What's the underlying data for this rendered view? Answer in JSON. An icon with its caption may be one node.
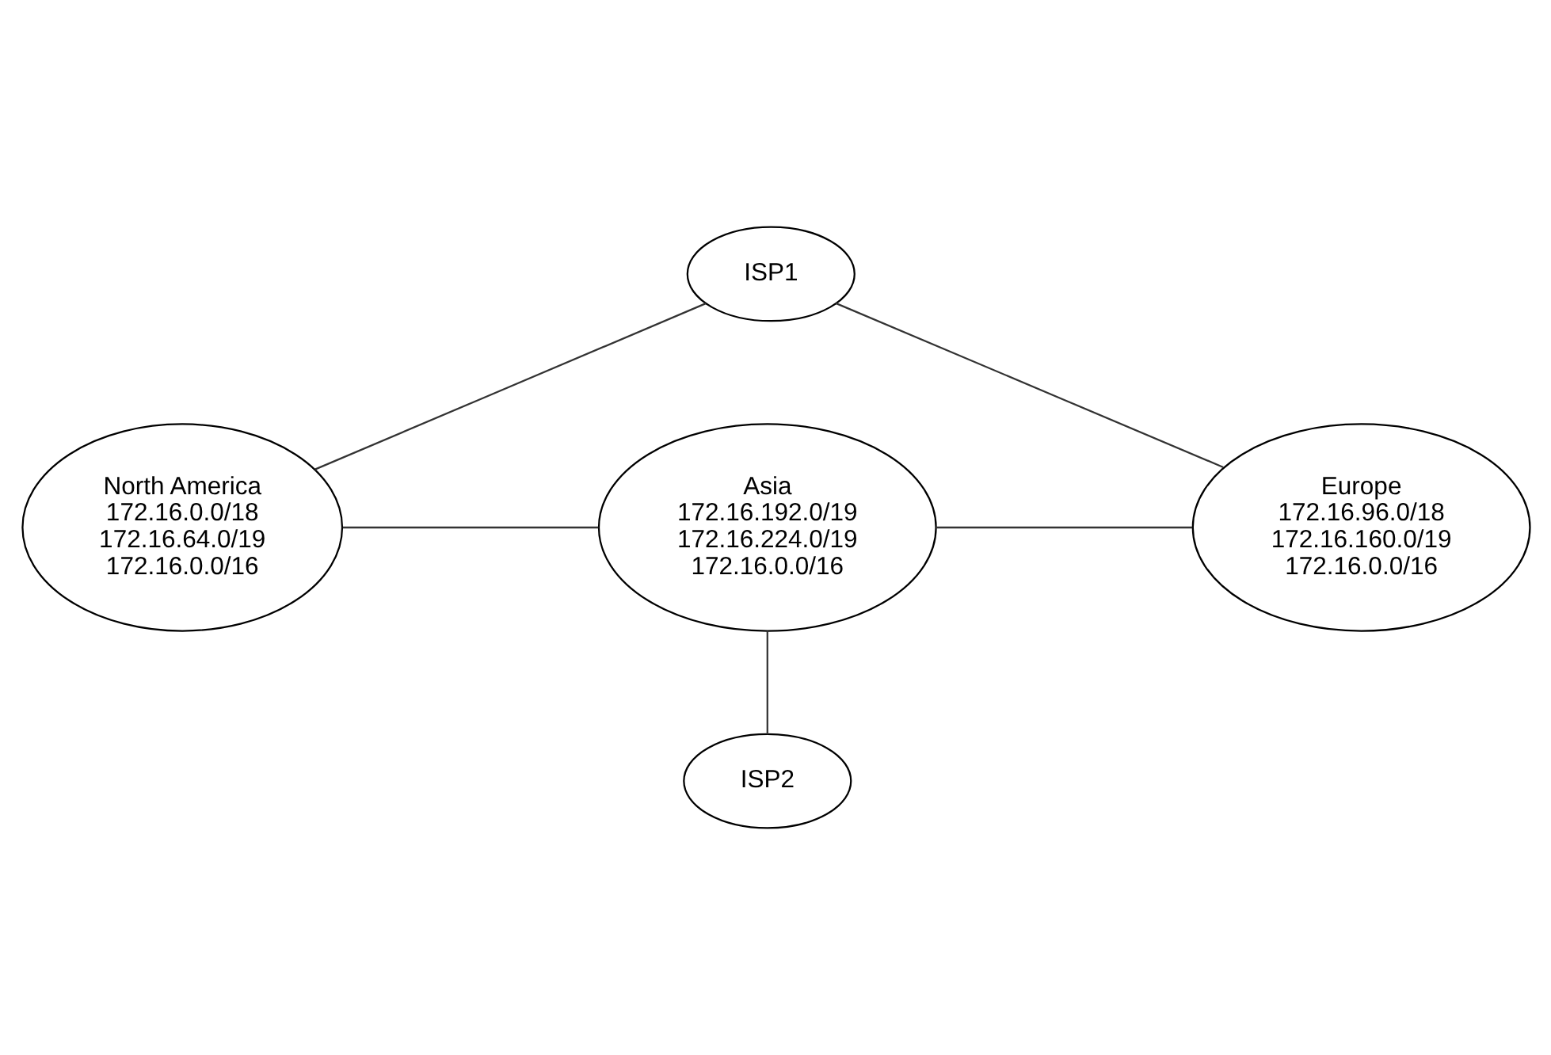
{
  "diagram": {
    "nodes": [
      {
        "text": [
          "ISP1"
        ]
      },
      {
        "text": [
          "North America",
          "172.16.0.0/18",
          "172.16.64.0/19",
          "172.16.0.0/16"
        ]
      },
      {
        "text": [
          "Asia",
          "172.16.192.0/19",
          "172.16.224.0/19",
          "172.16.0.0/16"
        ]
      },
      {
        "text": [
          "Europe",
          "172.16.96.0/18",
          "172.16.160.0/19",
          "172.16.0.0/16"
        ]
      },
      {
        "text": [
          "ISP2"
        ]
      }
    ],
    "edges": [
      {
        "from": 1,
        "to": 0,
        "arrow": "none"
      },
      {
        "from": 0,
        "to": 3,
        "arrow": "none"
      },
      {
        "from": 1,
        "to": 2,
        "arrow": "none"
      },
      {
        "from": 2,
        "to": 3,
        "arrow": "none"
      },
      {
        "from": 2,
        "to": 4,
        "arrow": "none"
      }
    ]
  }
}
